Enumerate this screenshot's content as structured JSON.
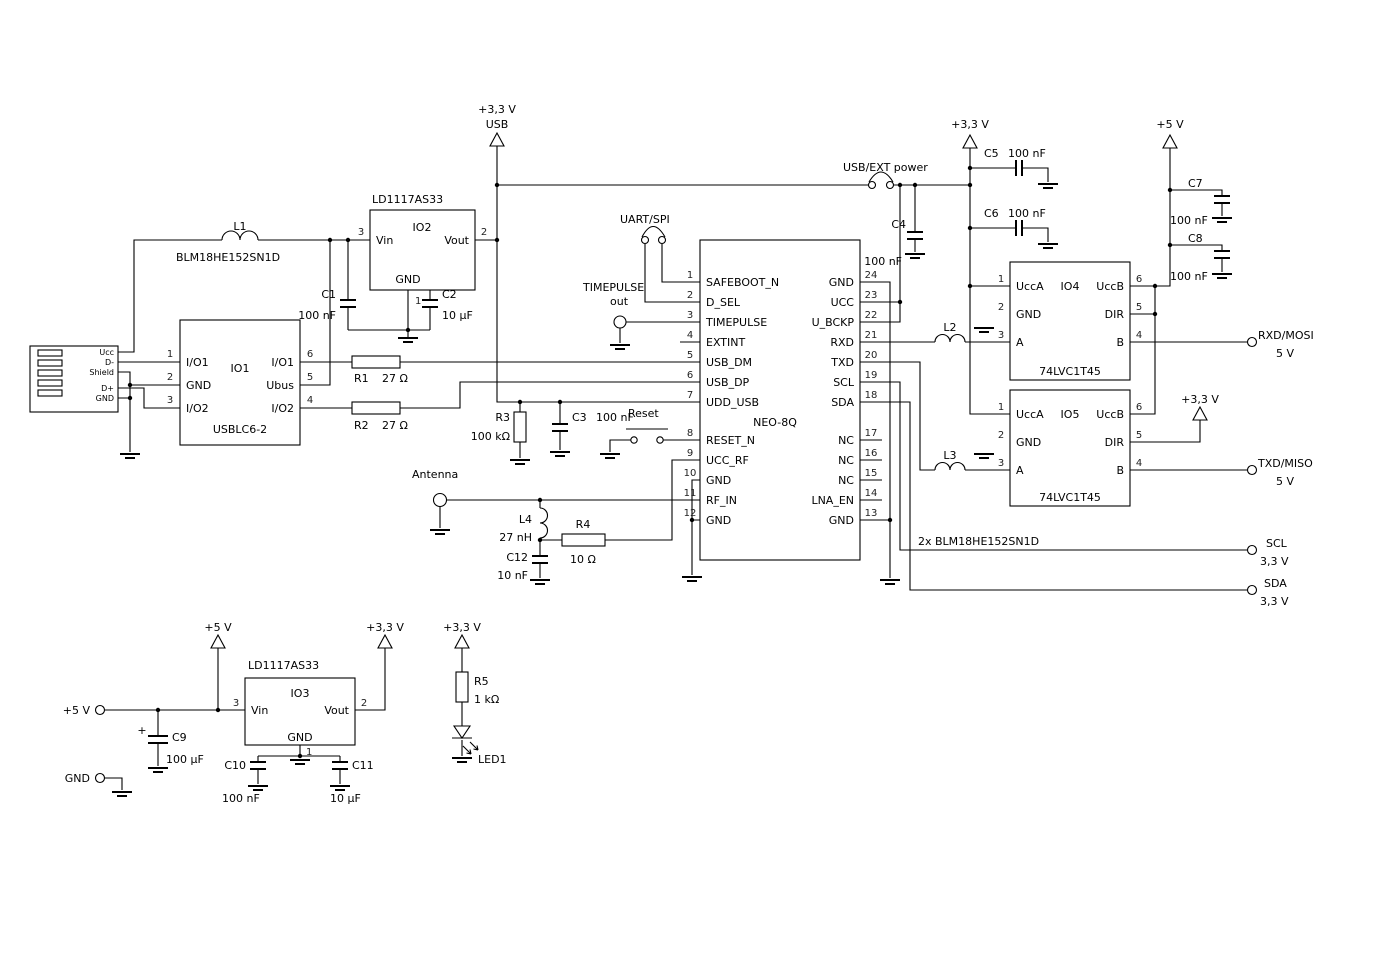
{
  "rails": {
    "v33_usb_top": "+3,3 V",
    "v33_usb_sub": "USB",
    "v33_main": "+3,3 V",
    "v5_main": "+5 V",
    "v33_io5": "+3,3 V",
    "v5_reg": "+5 V",
    "v33_reg": "+3,3 V",
    "v33_led": "+3,3 V",
    "v5_in": "+5 V",
    "gnd_in": "GND"
  },
  "ports": {
    "usb_ext_power": "USB/EXT power",
    "uart_spi": "UART/SPI",
    "timepulse_1": "TIMEPULSE",
    "timepulse_2": "out",
    "reset": "Reset",
    "antenna": "Antenna",
    "rxd_out": "RXD/MOSI",
    "rxd_out_v": "5 V",
    "txd_out": "TXD/MISO",
    "txd_out_v": "5 V",
    "scl_out": "SCL",
    "scl_out_v": "3,3 V",
    "sda_out": "SDA",
    "sda_out_v": "3,3 V",
    "note_2x": "2x BLM18HE152SN1D"
  },
  "usb": {
    "p1": "Ucc",
    "p2": "D-",
    "p3": "Shield",
    "p4": "D+",
    "p5": "GND"
  },
  "io1": {
    "ref": "IO1",
    "part": "USBLC6-2",
    "l1t": "I/O1",
    "l1n": "1",
    "l2t": "GND",
    "l2n": "2",
    "l3t": "I/O2",
    "l3n": "3",
    "r1t": "I/O1",
    "r1n": "6",
    "r2t": "Ubus",
    "r2n": "5",
    "r3t": "I/O2",
    "r3n": "4"
  },
  "io2": {
    "part": "LD1117AS33",
    "ref": "IO2",
    "vin": "Vin",
    "vout": "Vout",
    "gnd": "GND",
    "n_vin": "3",
    "n_vout": "2",
    "n_gnd": "1"
  },
  "io3": {
    "part": "LD1117AS33",
    "ref": "IO3",
    "vin": "Vin",
    "vout": "Vout",
    "gnd": "GND",
    "n_vin": "3",
    "n_vout": "2",
    "n_gnd": "1"
  },
  "io4": {
    "ref": "IO4",
    "part": "74LVC1T45",
    "ucca": "UccA",
    "uccb": "UccB",
    "gnd": "GND",
    "dir": "DIR",
    "a": "A",
    "b": "B",
    "n1": "1",
    "n2": "2",
    "n3": "3",
    "n4": "4",
    "n5": "5",
    "n6": "6"
  },
  "io5": {
    "ref": "IO5",
    "part": "74LVC1T45",
    "ucca": "UccA",
    "uccb": "UccB",
    "gnd": "GND",
    "dir": "DIR",
    "a": "A",
    "b": "B",
    "n1": "1",
    "n2": "2",
    "n3": "3",
    "n4": "4",
    "n5": "5",
    "n6": "6"
  },
  "neo": {
    "name": "NEO-8Q",
    "left": [
      {
        "n": "1",
        "t": "SAFEBOOT_N"
      },
      {
        "n": "2",
        "t": "D_SEL"
      },
      {
        "n": "3",
        "t": "TIMEPULSE"
      },
      {
        "n": "4",
        "t": "EXTINT"
      },
      {
        "n": "5",
        "t": "USB_DM"
      },
      {
        "n": "6",
        "t": "USB_DP"
      },
      {
        "n": "7",
        "t": "UDD_USB"
      },
      {
        "n": "8",
        "t": "RESET_N"
      },
      {
        "n": "9",
        "t": "UCC_RF"
      },
      {
        "n": "10",
        "t": "GND"
      },
      {
        "n": "11",
        "t": "RF_IN"
      },
      {
        "n": "12",
        "t": "GND"
      }
    ],
    "right": [
      {
        "n": "24",
        "t": "GND"
      },
      {
        "n": "23",
        "t": "UCC"
      },
      {
        "n": "22",
        "t": "U_BCKP"
      },
      {
        "n": "21",
        "t": "RXD"
      },
      {
        "n": "20",
        "t": "TXD"
      },
      {
        "n": "19",
        "t": "SCL"
      },
      {
        "n": "18",
        "t": "SDA"
      },
      {
        "n": "17",
        "t": "NC"
      },
      {
        "n": "16",
        "t": "NC"
      },
      {
        "n": "15",
        "t": "NC"
      },
      {
        "n": "14",
        "t": "LNA_EN"
      },
      {
        "n": "13",
        "t": "GND"
      }
    ]
  },
  "parts": {
    "l1": {
      "ref": "L1",
      "val": "BLM18HE152SN1D"
    },
    "l2": {
      "ref": "L2"
    },
    "l3": {
      "ref": "L3"
    },
    "l4": {
      "ref": "L4",
      "val": "27 nH"
    },
    "r1": {
      "ref": "R1",
      "val": "27 Ω"
    },
    "r2": {
      "ref": "R2",
      "val": "27 Ω"
    },
    "r3": {
      "ref": "R3",
      "val": "100 kΩ"
    },
    "r4": {
      "ref": "R4",
      "val": "10 Ω"
    },
    "r5": {
      "ref": "R5",
      "val": "1 kΩ"
    },
    "c1": {
      "ref": "C1",
      "val": "100 nF"
    },
    "c2": {
      "ref": "C2",
      "val": "10 µF"
    },
    "c3": {
      "ref": "C3",
      "val": "100 nF"
    },
    "c4": {
      "ref": "C4",
      "val": "100 nF"
    },
    "c5": {
      "ref": "C5",
      "val": "100 nF"
    },
    "c6": {
      "ref": "C6",
      "val": "100 nF"
    },
    "c7": {
      "ref": "C7",
      "val": "100 nF"
    },
    "c8": {
      "ref": "C8",
      "val": "100 nF"
    },
    "c9": {
      "ref": "C9",
      "val": "100 µF",
      "plus": "+"
    },
    "c10": {
      "ref": "C10",
      "val": "100 nF"
    },
    "c11": {
      "ref": "C11",
      "val": "10 µF"
    },
    "c12": {
      "ref": "C12",
      "val": "10 nF"
    },
    "led1": {
      "ref": "LED1"
    }
  }
}
